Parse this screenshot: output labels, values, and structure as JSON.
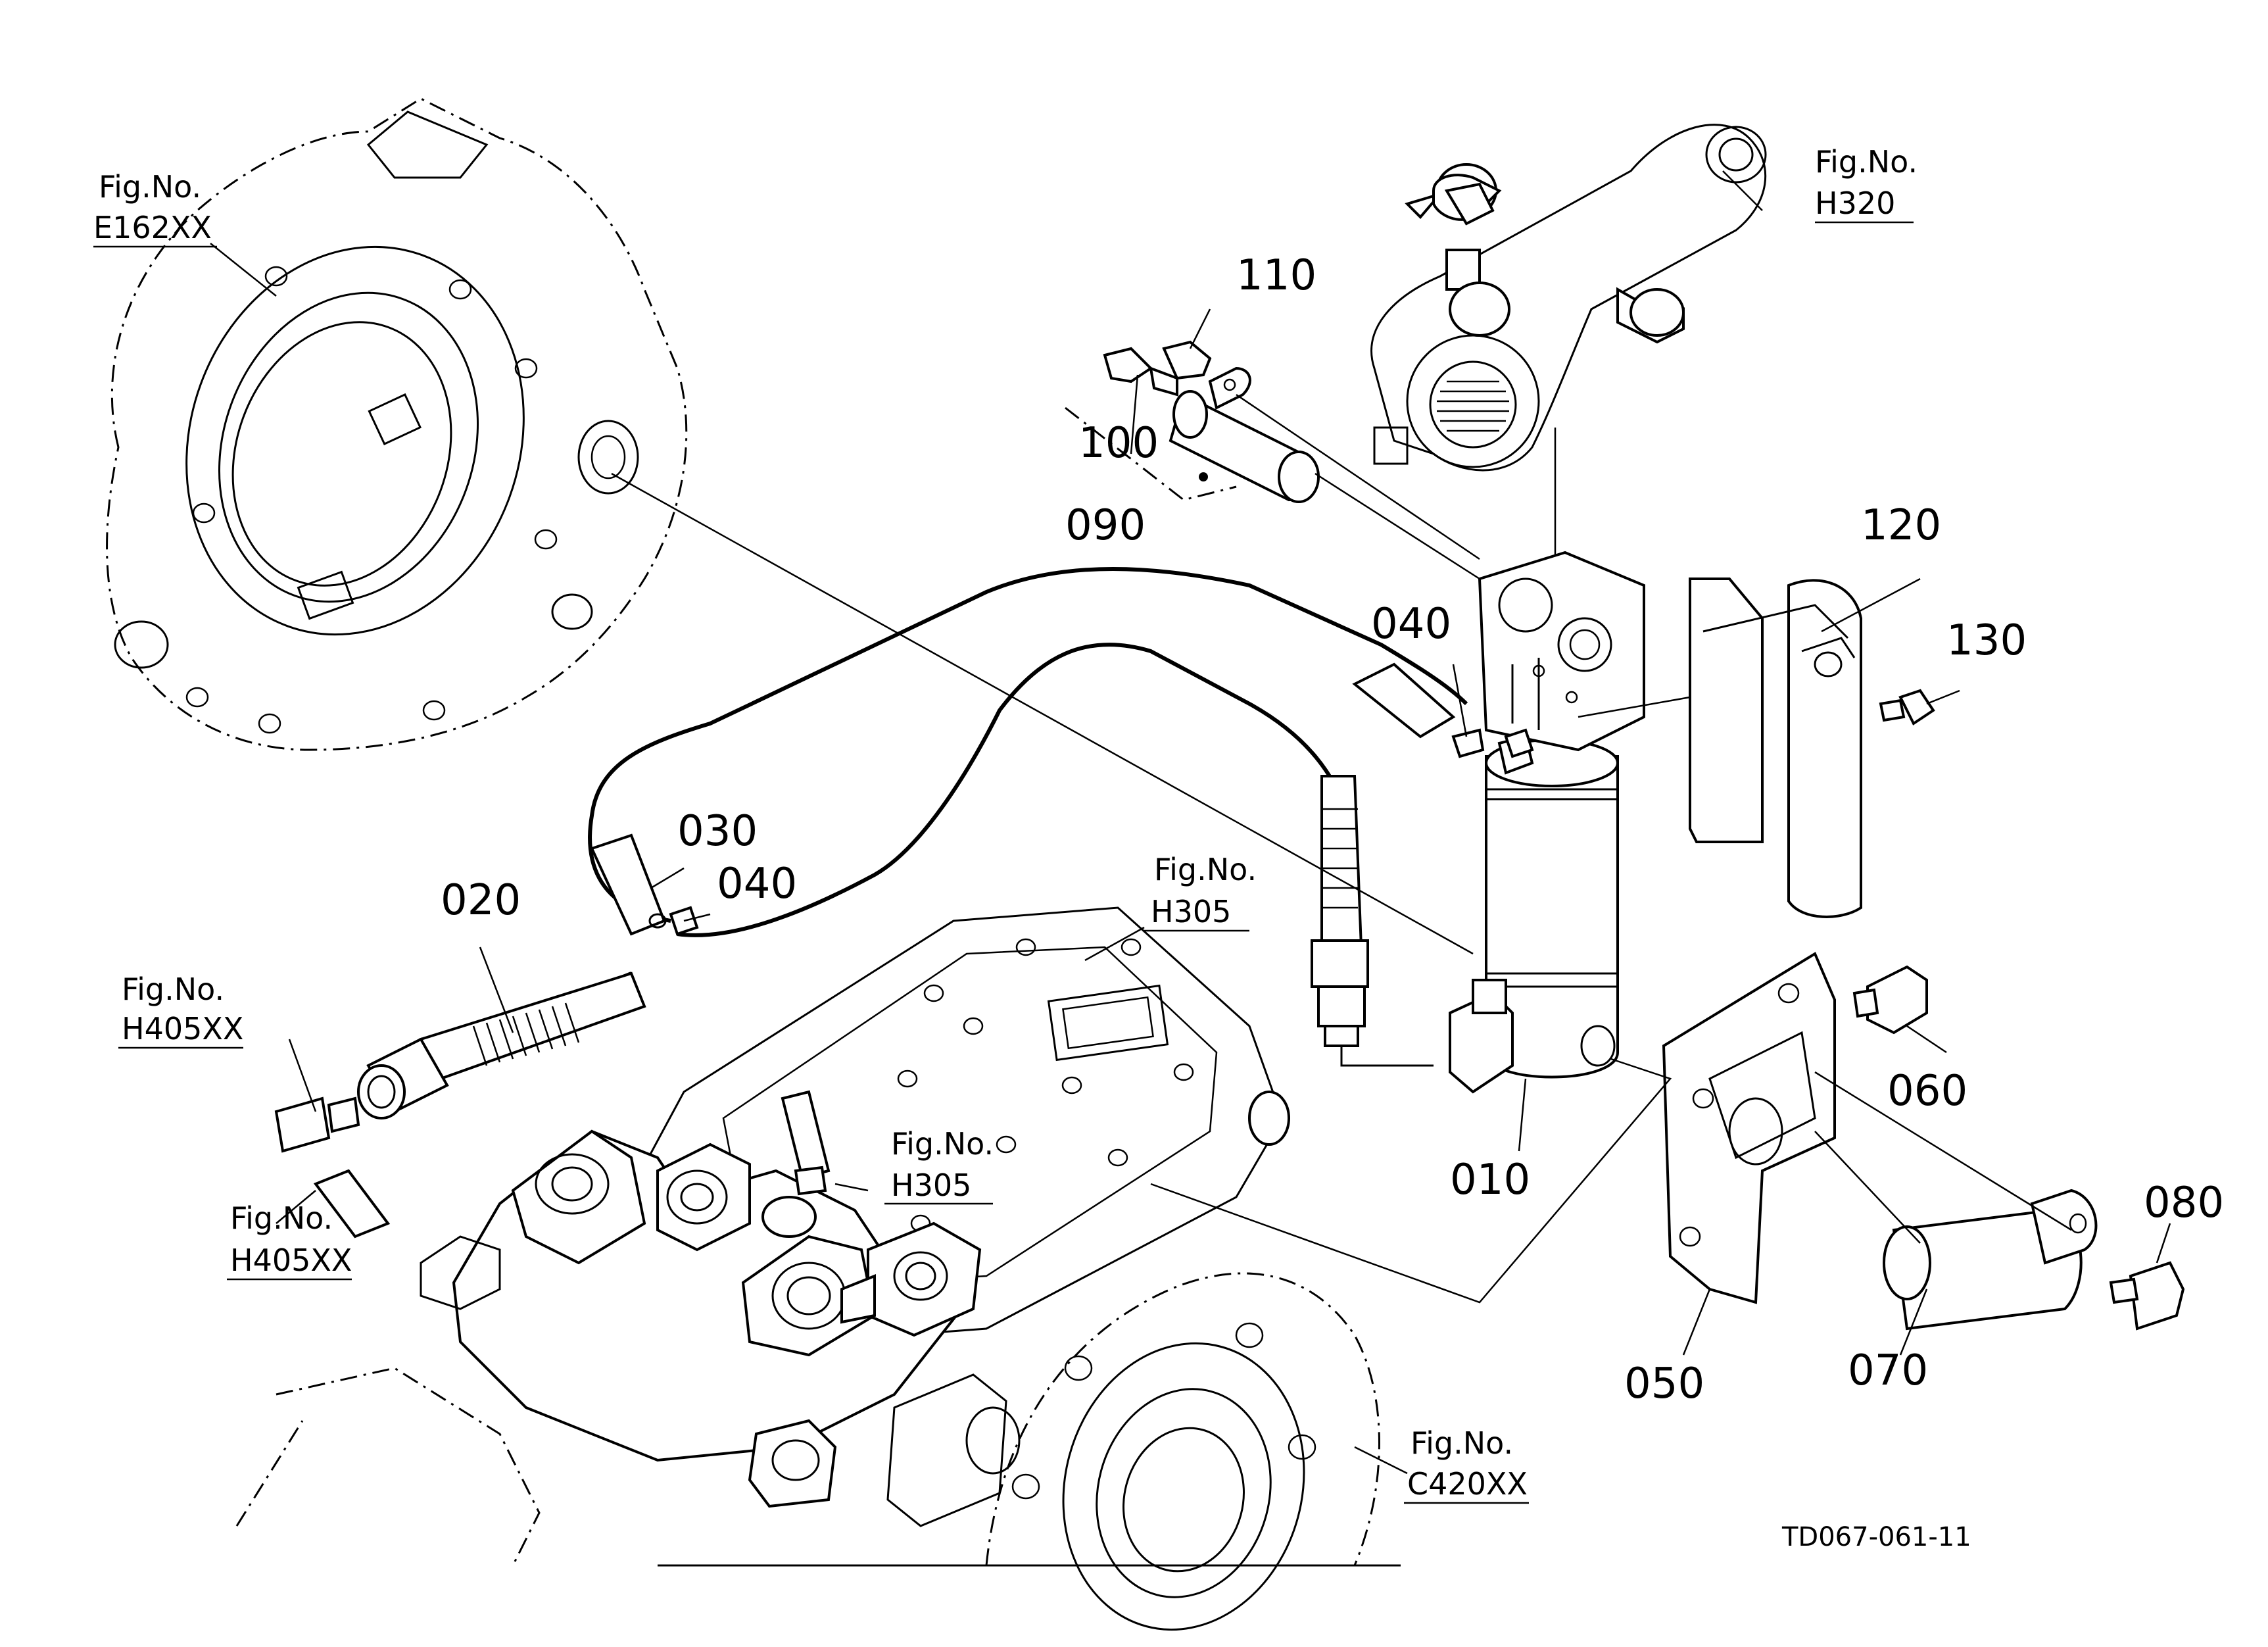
{
  "diagram": {
    "drawing_code": "TD067-061-11",
    "part_numbers": [
      "010",
      "020",
      "030",
      "040",
      "040",
      "050",
      "060",
      "070",
      "080",
      "090",
      "100",
      "110",
      "120",
      "130"
    ],
    "fig_refs": {
      "e162xx": {
        "label": "Fig.No.",
        "code": "E162XX"
      },
      "h320": {
        "label": "Fig.No.",
        "code": "H320"
      },
      "h305_top": {
        "label": "Fig.No.",
        "code": "H305"
      },
      "h305_mid": {
        "label": "Fig.No.",
        "code": "H305"
      },
      "h405xx_top": {
        "label": "Fig.No.",
        "code": "H405XX"
      },
      "h405xx_bottom": {
        "label": "Fig.No.",
        "code": "H405XX"
      },
      "c420xx": {
        "label": "Fig.No.",
        "code": "C420XX"
      }
    }
  }
}
